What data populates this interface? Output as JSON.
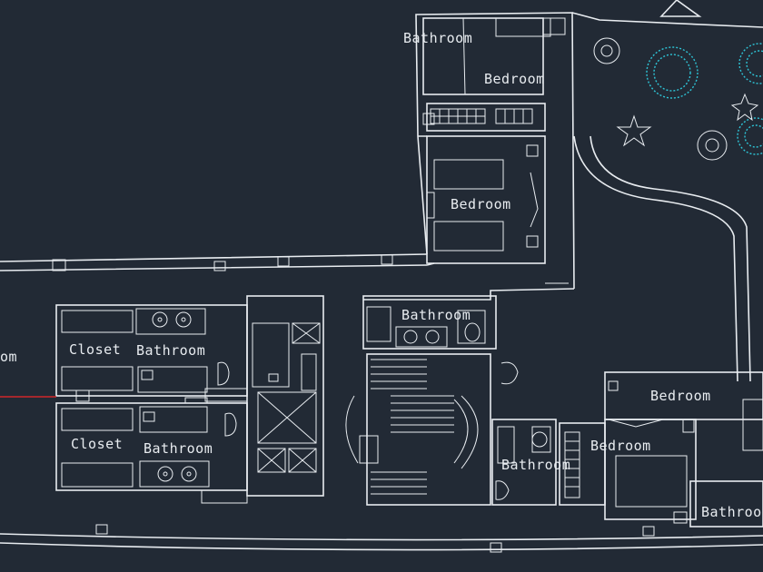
{
  "rooms": [
    {
      "label": "Bathroom"
    },
    {
      "label": "Bedroom"
    },
    {
      "label": "Bedroom"
    },
    {
      "label": "Bathroom"
    },
    {
      "label": "Closet"
    },
    {
      "label": "Bathroom"
    },
    {
      "label": "Closet"
    },
    {
      "label": "Bathroom"
    },
    {
      "label": "Bedroom"
    },
    {
      "label": "Bedroom"
    },
    {
      "label": "Bathroom"
    },
    {
      "label": "Bathroom"
    },
    {
      "label": "om"
    }
  ],
  "colors": {
    "background": "#222a35",
    "linework": "#e8ecf0",
    "vegetation": "#2ec4d6",
    "section_line": "#d0262b"
  }
}
